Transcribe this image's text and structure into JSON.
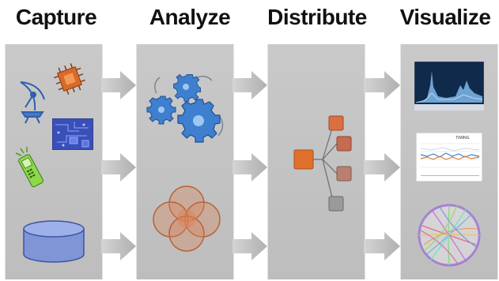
{
  "stages": [
    {
      "id": "capture",
      "title": "Capture"
    },
    {
      "id": "analyze",
      "title": "Analyze"
    },
    {
      "id": "distribute",
      "title": "Distribute"
    },
    {
      "id": "visualize",
      "title": "Visualize"
    }
  ],
  "icons": {
    "capture": [
      "satellite-dish-icon",
      "microchip-icon",
      "circuit-board-icon",
      "mobile-phone-icon",
      "database-cylinder-icon"
    ],
    "analyze": [
      "gears-icon",
      "venn-diagram-icon"
    ],
    "distribute": [
      "distribution-tree-icon"
    ],
    "visualize": [
      "waveform-chart-thumbnail",
      "line-chart-thumbnail",
      "chord-diagram-thumbnail"
    ]
  },
  "colors": {
    "panel": "#c4c4c4",
    "arrow": "#b7b7b7",
    "gear": "#3f7fcf",
    "tree_root": "#e0702e",
    "tree_nodes": [
      "#d96f43",
      "#c66a52",
      "#b98070",
      "#9a9a9a"
    ],
    "venn": "#d9845a",
    "database": "#7f95d6"
  },
  "line_chart": {
    "title": "TIMING",
    "x_ticks": [
      "",
      "",
      "",
      "",
      "",
      "",
      ""
    ]
  }
}
